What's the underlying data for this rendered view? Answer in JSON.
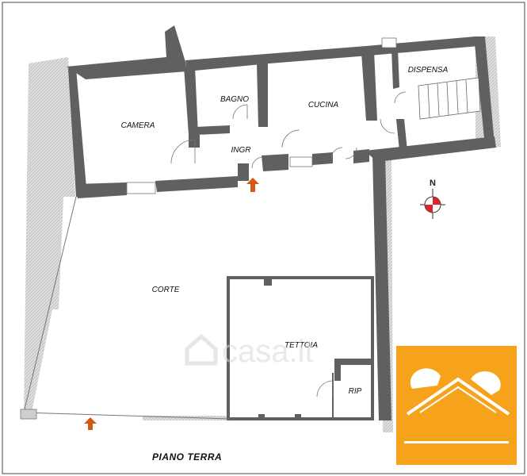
{
  "colors": {
    "wall": "#5f6062",
    "hatch": "#c8c8c8",
    "arrow": "#d25a16",
    "logo_bg": "#f6a21a",
    "compass_red": "#d6262c",
    "watermark": "#d0d0d0"
  },
  "plan": {
    "floor_label": "PIANO  TERRA",
    "rooms": {
      "camera": "CAMERA",
      "bagno": "BAGNO",
      "cucina": "CUCINA",
      "dispensa": "DISPENSA",
      "ingr": "INGR",
      "corte": "CORTE",
      "tettoia": "TETTOIA",
      "rip": "RIP"
    },
    "compass": {
      "letter": "N",
      "icon": "north-compass-icon"
    },
    "entrance_arrows": [
      "entrance-arrow-icon",
      "entrance-arrow-icon"
    ]
  },
  "watermark": {
    "text": "casa.it"
  },
  "logo": {
    "icon": "house-roof-logo-icon"
  }
}
